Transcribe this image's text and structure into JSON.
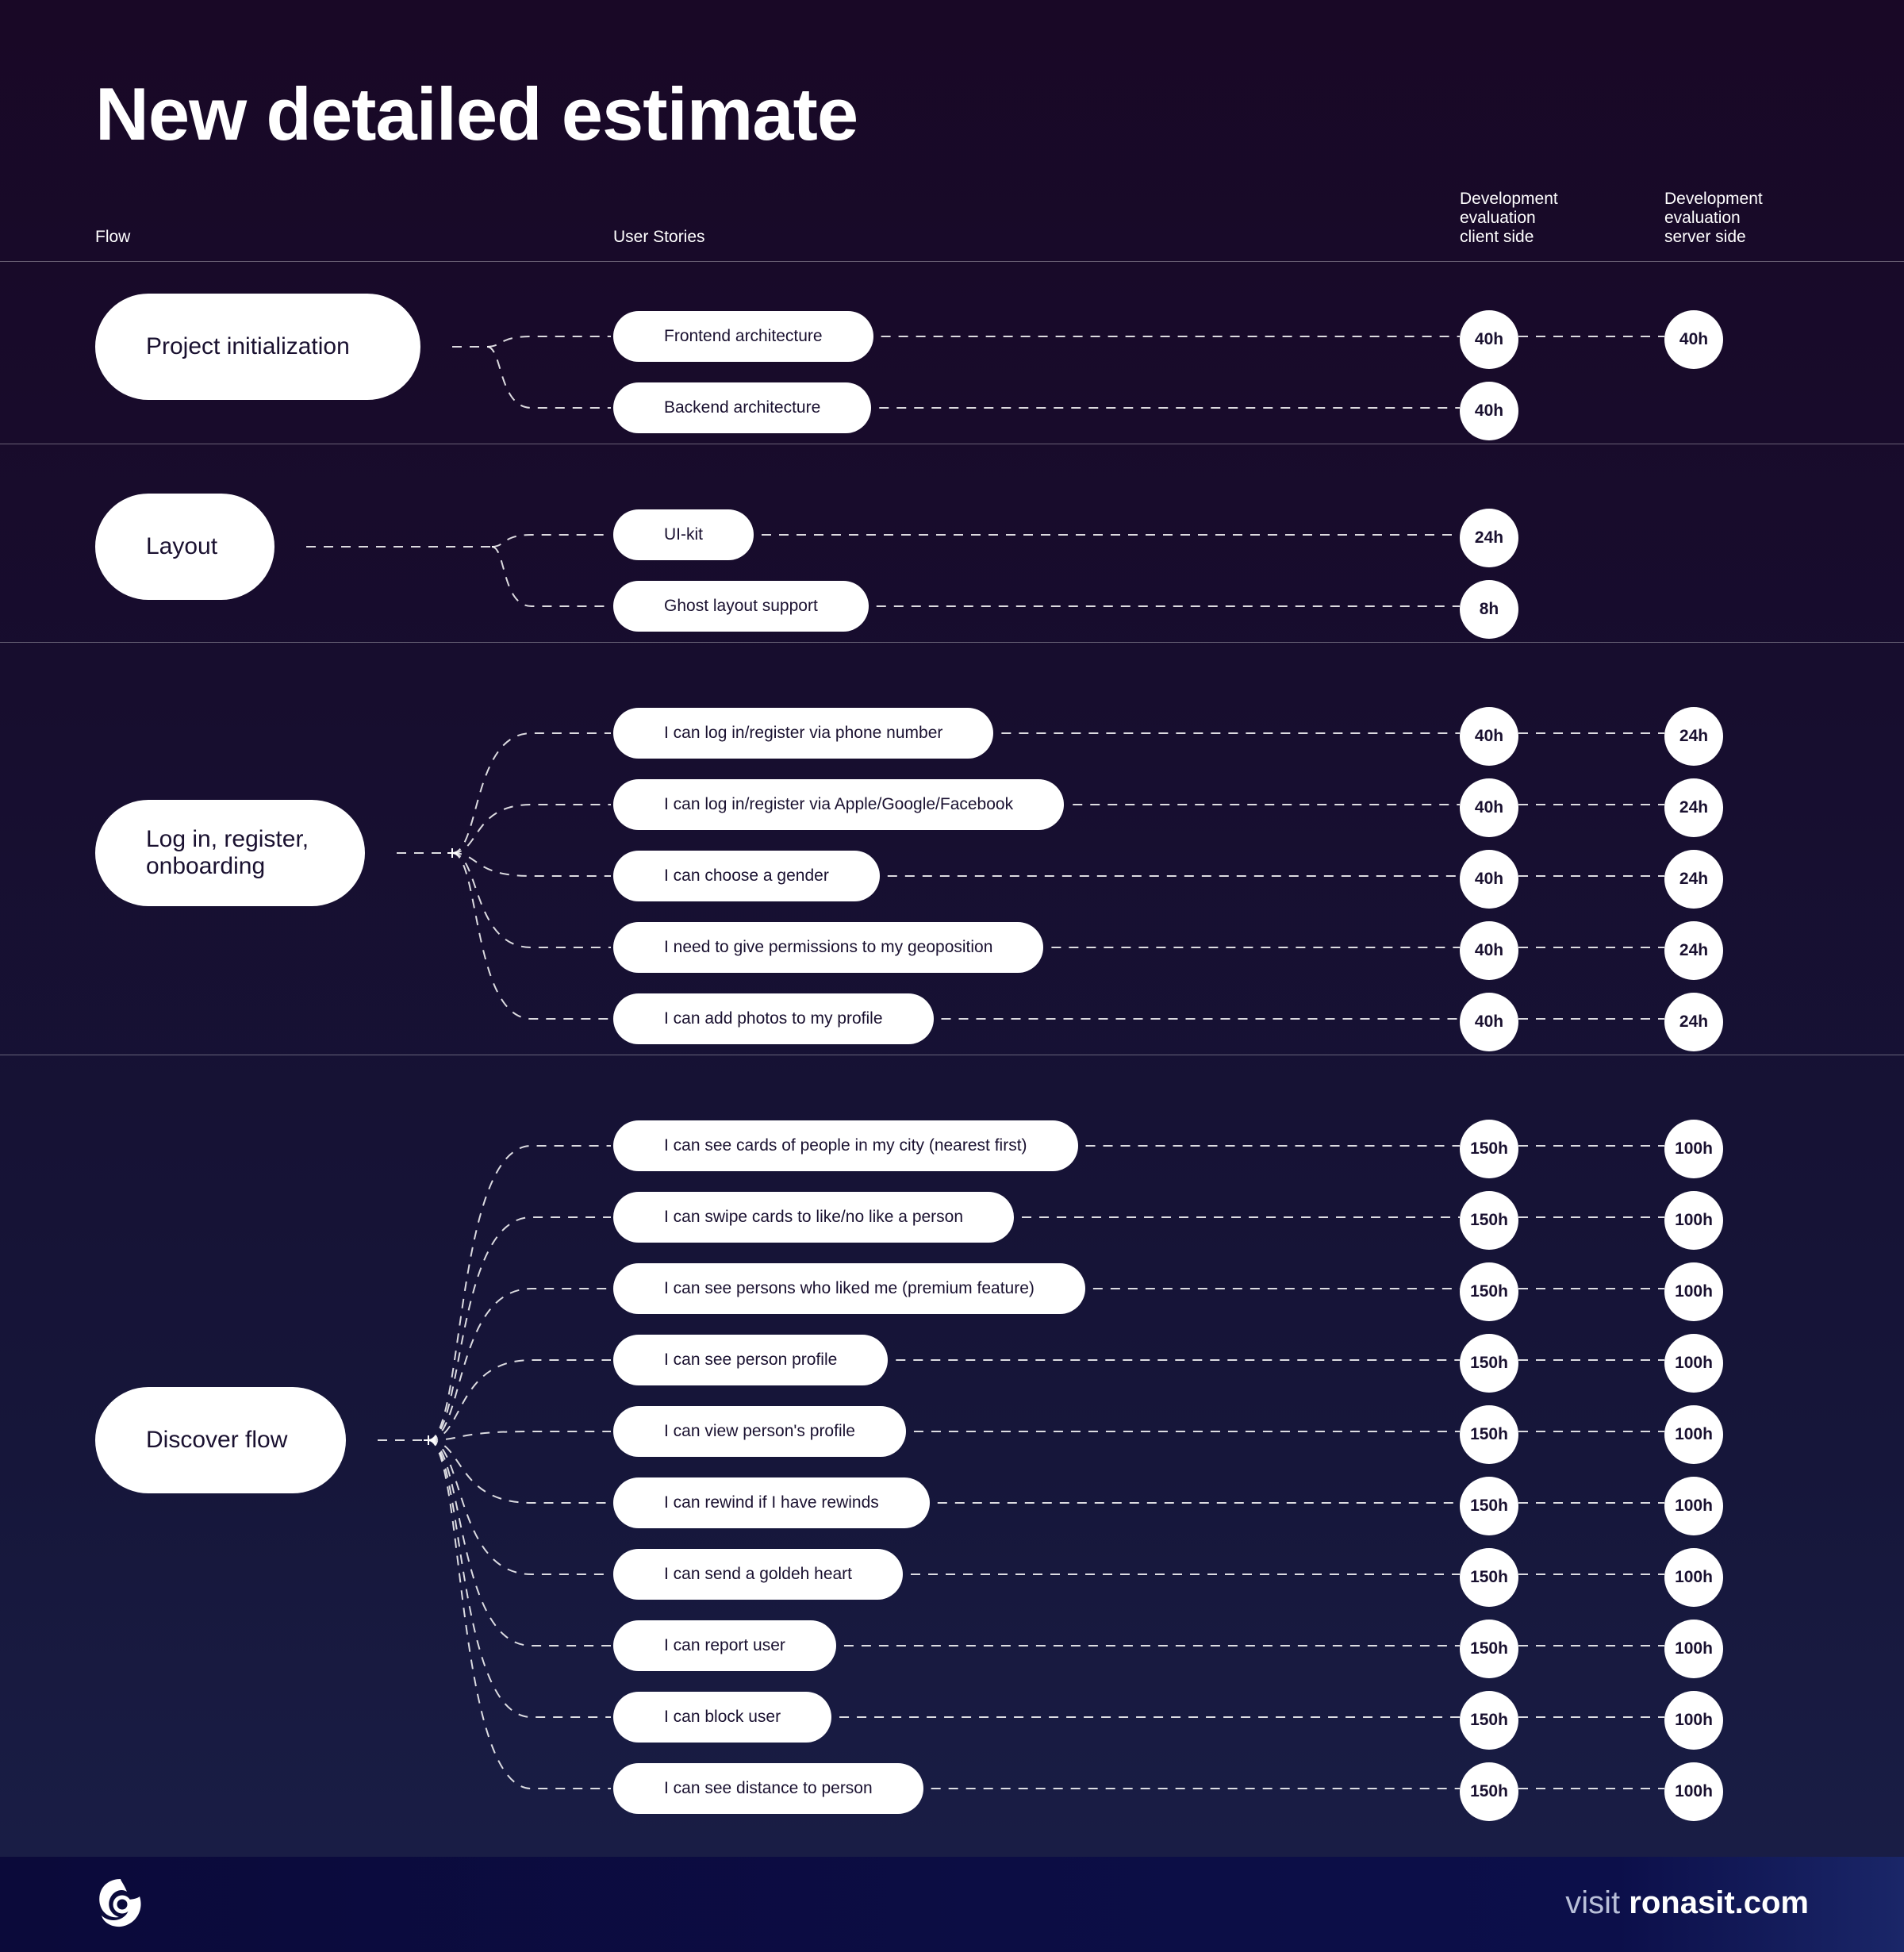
{
  "title": "New detailed estimate",
  "headers": {
    "flow": "Flow",
    "user_stories": "User Stories",
    "client": [
      "Development",
      "evaluation",
      "client side"
    ],
    "server": [
      "Development",
      "evaluation",
      "server side"
    ]
  },
  "flows": [
    {
      "name": "Project initialization",
      "stories": [
        {
          "label": "Frontend architecture",
          "client": "40h",
          "server": "40h"
        },
        {
          "label": "Backend architecture",
          "client": "40h",
          "server": null
        }
      ]
    },
    {
      "name": "Layout",
      "stories": [
        {
          "label": "UI-kit",
          "client": "24h",
          "server": null
        },
        {
          "label": "Ghost layout support",
          "client": "8h",
          "server": null
        }
      ]
    },
    {
      "name": "Log in, register, onboarding",
      "stories": [
        {
          "label": "I can log in/register via phone number",
          "client": "40h",
          "server": "24h"
        },
        {
          "label": "I can log in/register via Apple/Google/Facebook",
          "client": "40h",
          "server": "24h"
        },
        {
          "label": "I can choose a gender",
          "client": "40h",
          "server": "24h"
        },
        {
          "label": "I need to give permissions to my geoposition",
          "client": "40h",
          "server": "24h"
        },
        {
          "label": "I can add photos to my profile",
          "client": "40h",
          "server": "24h"
        }
      ]
    },
    {
      "name": "Discover flow",
      "stories": [
        {
          "label": "I can see cards of people in my city (nearest first)",
          "client": "150h",
          "server": "100h"
        },
        {
          "label": "I can swipe cards to like/no like a person",
          "client": "150h",
          "server": "100h"
        },
        {
          "label": "I can see persons who liked me (premium feature)",
          "client": "150h",
          "server": "100h"
        },
        {
          "label": "I can see person profile",
          "client": "150h",
          "server": "100h"
        },
        {
          "label": "I can view person's profile",
          "client": "150h",
          "server": "100h"
        },
        {
          "label": "I can rewind if I have rewinds",
          "client": "150h",
          "server": "100h"
        },
        {
          "label": "I can send a goldeh heart",
          "client": "150h",
          "server": "100h"
        },
        {
          "label": "I can report user",
          "client": "150h",
          "server": "100h"
        },
        {
          "label": "I can block user",
          "client": "150h",
          "server": "100h"
        },
        {
          "label": "I can see distance to person",
          "client": "150h",
          "server": "100h"
        }
      ]
    }
  ],
  "footer": {
    "visit_prefix": "visit",
    "visit_domain": "ronasit.com",
    "logo_icon": "ronas-it-swirl-logo-icon"
  },
  "colors": {
    "background_top": "#190826",
    "background_bottom": "#1a1f48",
    "pill": "#ffffff",
    "pill_text": "#1a1130",
    "footer": "#0c0f4a"
  }
}
